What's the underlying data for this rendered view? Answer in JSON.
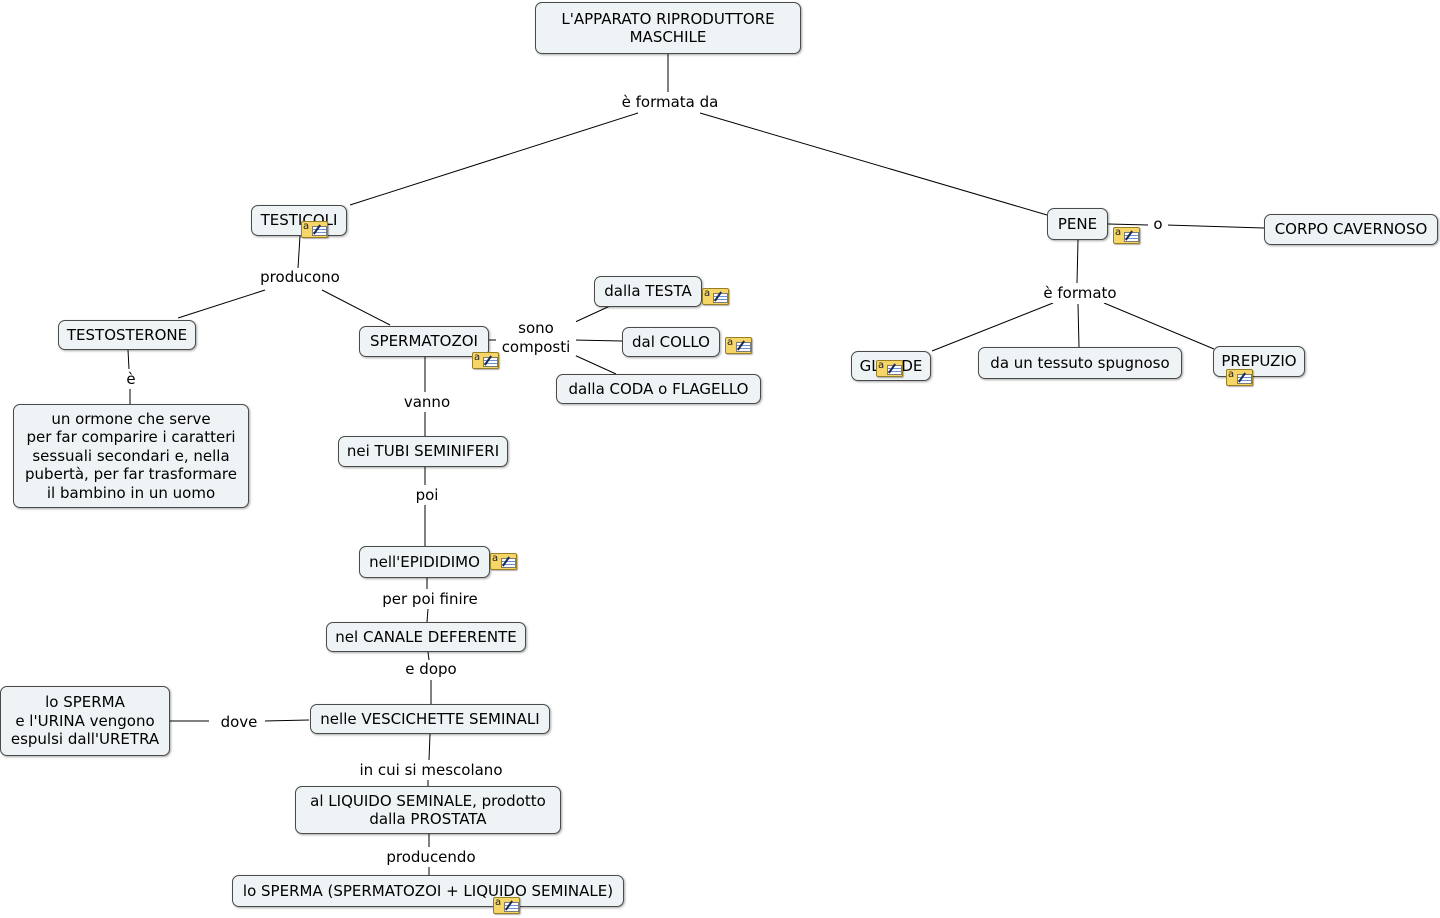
{
  "title": "L'APPARATO RIPRODUTTORE\nMASCHILE",
  "nodes": {
    "testicoli": "TESTICOLI",
    "pene": "PENE",
    "corpo_cavernoso": "CORPO CAVERNOSO",
    "testosterone": "TESTOSTERONE",
    "ormone": "un ormone che serve\nper far comparire i caratteri\nsessuali secondari e, nella\npubertà, per far trasformare\nil bambino in un uomo",
    "spermatozoi": "SPERMATOZOI",
    "testa": "dalla TESTA",
    "collo": "dal COLLO",
    "coda": "dalla CODA o FLAGELLO",
    "glande": "GLANDE",
    "tessuto": "da un tessuto spugnoso",
    "prepuzio": "PREPUZIO",
    "tubi": "nei TUBI SEMINIFERI",
    "epididimo": "nell'EPIDIDIMO",
    "canale": "nel CANALE DEFERENTE",
    "vescichette": "nelle VESCICHETTE SEMINALI",
    "sperma_espulsi": "lo SPERMA\ne l'URINA  vengono\nespulsi dall'URETRA",
    "liquido": "al LIQUIDO SEMINALE, prodotto\ndalla PROSTATA",
    "sperma_finale": "lo SPERMA (SPERMATOZOI + LIQUIDO SEMINALE)"
  },
  "links": {
    "formata_da": "è formata da",
    "producono": "producono",
    "o": "o",
    "e": "è",
    "sono_composti": "sono\ncomposti",
    "formato": "è formato",
    "vanno": "vanno",
    "poi": "poi",
    "per_poi_finire": "per poi finire",
    "e_dopo": "e dopo",
    "dove": "dove",
    "in_cui": "in cui si mescolano",
    "producendo": "producendo"
  },
  "icons": {
    "note": "note-attachment-icon"
  },
  "colors": {
    "node_fill": "#eef3f6",
    "node_border": "#4a4a4a",
    "note_fill": "#f6d668",
    "line": "#000000"
  }
}
